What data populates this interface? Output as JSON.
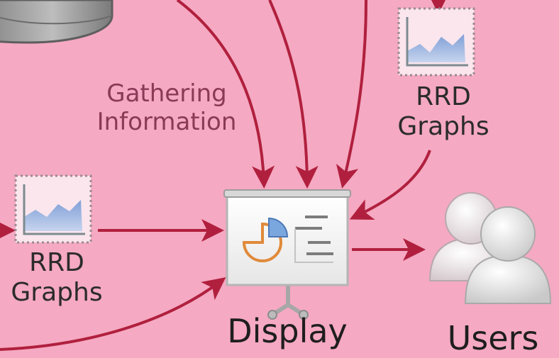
{
  "labels": {
    "gathering": [
      "Gathering",
      "Information"
    ],
    "rrd_graphs_right": [
      "RRD",
      "Graphs"
    ],
    "rrd_graphs_left": [
      "RRD",
      "Graphs"
    ],
    "display": "Display",
    "users": "Users"
  },
  "icons": {
    "database": "database-icon",
    "rrd_graph": "area-chart-icon",
    "display": "presentation-board-icon",
    "users": "users-icon"
  },
  "colors": {
    "background": "#f5a9c2",
    "arrow": "#b0203e",
    "gathering_text": "#8a3a56"
  }
}
